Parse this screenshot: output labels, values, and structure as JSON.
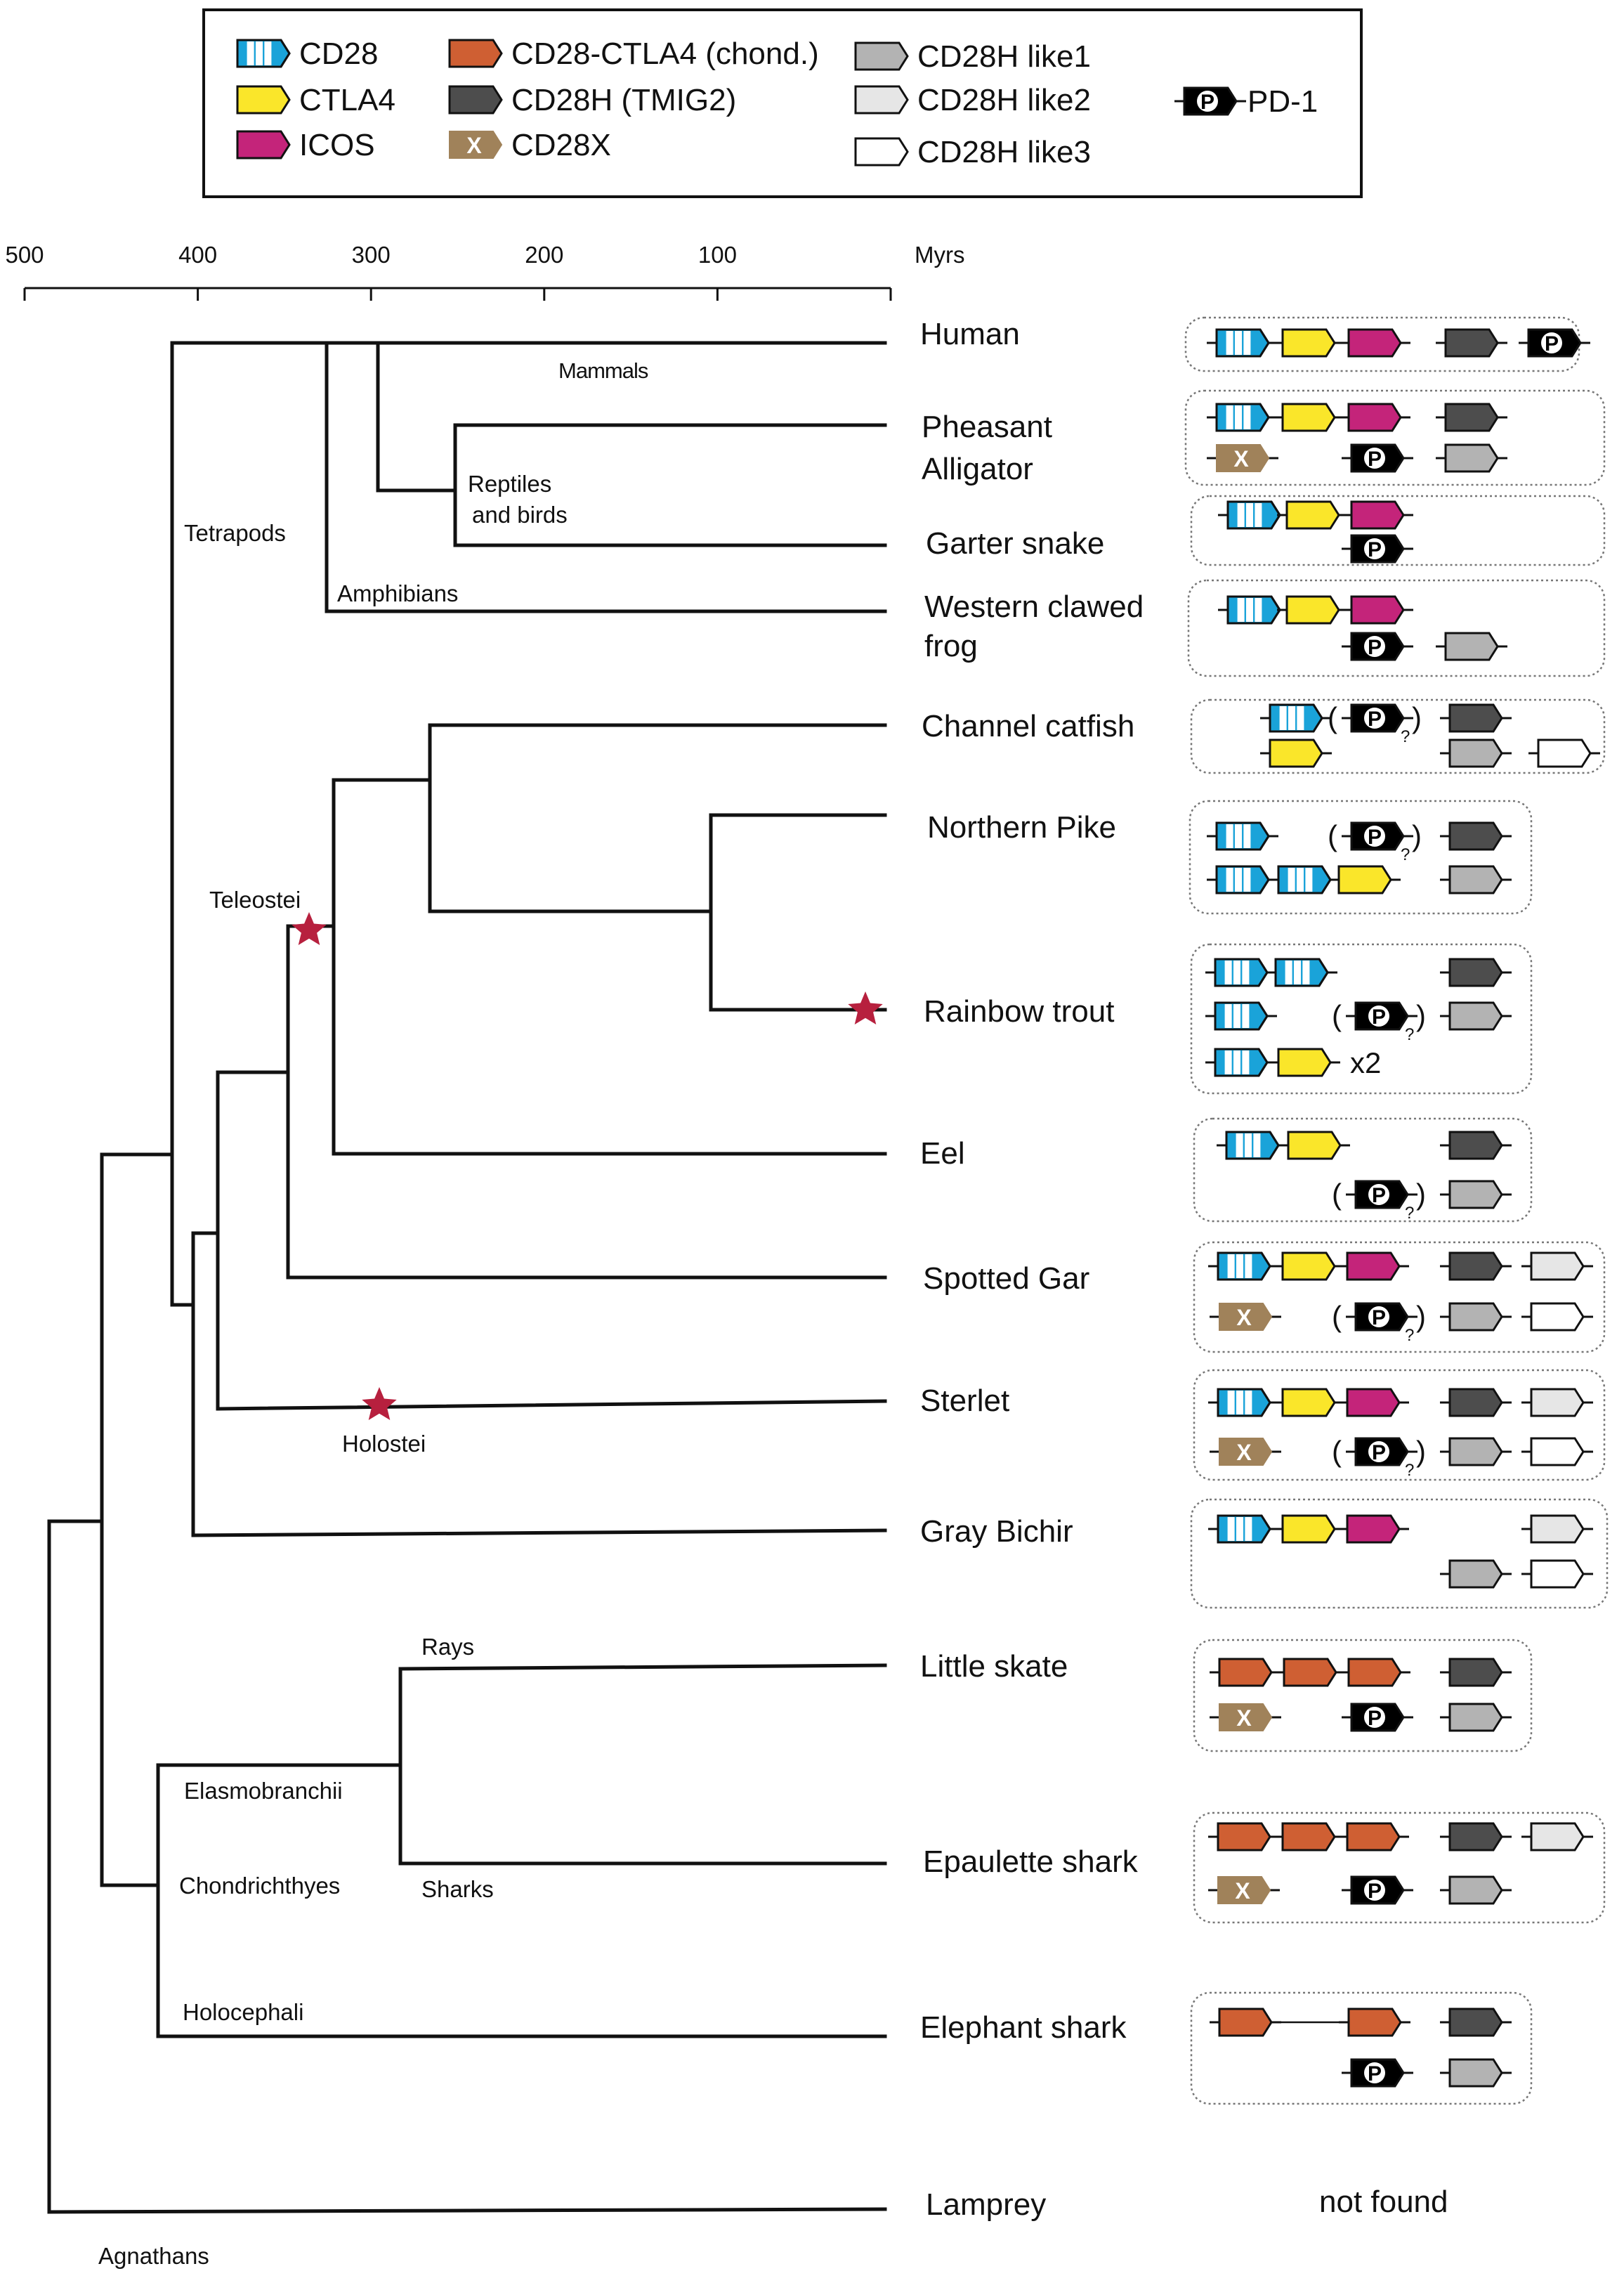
{
  "legend": {
    "items": [
      {
        "label": "CD28",
        "gene": "CD28"
      },
      {
        "label": "CTLA4",
        "gene": "CTLA4"
      },
      {
        "label": "ICOS",
        "gene": "ICOS"
      },
      {
        "label": "CD28-CTLA4 (chond.)",
        "gene": "CHOND"
      },
      {
        "label": "CD28H (TMIG2)",
        "gene": "CD28H"
      },
      {
        "label": "CD28X",
        "gene": "CD28X"
      },
      {
        "label": "CD28H like1",
        "gene": "L1"
      },
      {
        "label": "CD28H like2",
        "gene": "L2"
      },
      {
        "label": "CD28H like3",
        "gene": "L3"
      },
      {
        "label": "PD-1",
        "gene": "PD1"
      }
    ]
  },
  "gene_colors": {
    "CD28": "#1aa3d9",
    "CTLA4": "#fae62a",
    "ICOS": "#c4247a",
    "CHOND": "#cf5f33",
    "CD28H": "#4d4d4d",
    "CD28X": "#a0825a",
    "L1": "#b3b3b3",
    "L2": "#e6e6e6",
    "L3": "#ffffff",
    "PD1": "#000000"
  },
  "glyphs": {
    "pd1": "P",
    "cd28x": "X",
    "uncertain": "?"
  },
  "axis": {
    "unit": "Myrs",
    "ticks": [
      {
        "value": 500,
        "label": "500"
      },
      {
        "value": 400,
        "label": "400"
      },
      {
        "value": 300,
        "label": "300"
      },
      {
        "value": 200,
        "label": "200"
      },
      {
        "value": 100,
        "label": "100"
      }
    ]
  },
  "species": [
    {
      "name": "Human",
      "lines": [
        "Human"
      ]
    },
    {
      "name": "Pheasant Alligator",
      "lines": [
        "Pheasant",
        "Alligator"
      ]
    },
    {
      "name": "Garter snake",
      "lines": [
        "Garter snake"
      ]
    },
    {
      "name": "Western clawed frog",
      "lines": [
        "Western clawed",
        "frog"
      ]
    },
    {
      "name": "Channel catfish",
      "lines": [
        "Channel catfish"
      ]
    },
    {
      "name": "Northern Pike",
      "lines": [
        "Northern Pike"
      ]
    },
    {
      "name": "Rainbow trout",
      "lines": [
        "Rainbow trout"
      ]
    },
    {
      "name": "Eel",
      "lines": [
        "Eel"
      ]
    },
    {
      "name": "Spotted Gar",
      "lines": [
        "Spotted Gar"
      ]
    },
    {
      "name": "Sterlet",
      "lines": [
        "Sterlet"
      ]
    },
    {
      "name": "Gray Bichir",
      "lines": [
        "Gray Bichir"
      ]
    },
    {
      "name": "Little skate",
      "lines": [
        "Little skate"
      ]
    },
    {
      "name": "Epaulette shark",
      "lines": [
        "Epaulette shark"
      ]
    },
    {
      "name": "Elephant shark",
      "lines": [
        "Elephant shark"
      ]
    },
    {
      "name": "Lamprey",
      "lines": [
        "Lamprey"
      ]
    }
  ],
  "clade_labels": [
    {
      "key": "mammals",
      "text": "Mammals"
    },
    {
      "key": "reptiles",
      "lines": [
        "Reptiles",
        "and birds"
      ]
    },
    {
      "key": "tetrapods",
      "text": "Tetrapods"
    },
    {
      "key": "amphibians",
      "text": "Amphibians"
    },
    {
      "key": "teleostei",
      "text": "Teleostei"
    },
    {
      "key": "holostei",
      "text": "Holostei"
    },
    {
      "key": "rays",
      "text": "Rays"
    },
    {
      "key": "elasmobranchii",
      "text": "Elasmobranchii"
    },
    {
      "key": "chondrichthyes",
      "text": "Chondrichthyes"
    },
    {
      "key": "sharks",
      "text": "Sharks"
    },
    {
      "key": "holocephali",
      "text": "Holocephali"
    },
    {
      "key": "agnathans",
      "text": "Agnathans"
    }
  ],
  "gene_boxes": [
    {
      "species": "Human",
      "rows": [
        [
          {
            "g": "CD28"
          },
          {
            "g": "CTLA4"
          },
          {
            "g": "ICOS"
          },
          {
            "g": "CD28H"
          },
          {
            "g": "PD1"
          }
        ]
      ]
    },
    {
      "species": "Pheasant Alligator",
      "rows": [
        [
          {
            "g": "CD28"
          },
          {
            "g": "CTLA4"
          },
          {
            "g": "ICOS"
          },
          {
            "g": "CD28H"
          }
        ],
        [
          {
            "g": "CD28X"
          },
          {
            "g": "PD1"
          },
          {
            "g": "L1"
          }
        ]
      ]
    },
    {
      "species": "Garter snake",
      "rows": [
        [
          {
            "g": "CD28"
          },
          {
            "g": "CTLA4"
          },
          {
            "g": "ICOS"
          }
        ],
        [
          {
            "g": "PD1"
          }
        ]
      ]
    },
    {
      "species": "Western clawed frog",
      "rows": [
        [
          {
            "g": "CD28"
          },
          {
            "g": "CTLA4"
          },
          {
            "g": "ICOS"
          }
        ],
        [
          {
            "g": "PD1"
          },
          {
            "g": "L1"
          }
        ]
      ]
    },
    {
      "species": "Channel catfish",
      "rows": [
        [
          {
            "g": "CD28"
          },
          {
            "g": "PD1",
            "uncertain": true
          },
          {
            "g": "CD28H"
          }
        ],
        [
          {
            "g": "CTLA4"
          },
          {
            "g": "L1"
          },
          {
            "g": "L3"
          }
        ]
      ]
    },
    {
      "species": "Northern Pike",
      "rows": [
        [
          {
            "g": "CD28"
          },
          {
            "g": "PD1",
            "uncertain": true
          },
          {
            "g": "CD28H"
          }
        ],
        [
          {
            "g": "CD28"
          },
          {
            "g": "CD28"
          },
          {
            "g": "CTLA4"
          },
          {
            "g": "L1"
          }
        ]
      ]
    },
    {
      "species": "Rainbow trout",
      "rows": [
        [
          {
            "g": "CD28"
          },
          {
            "g": "CD28"
          },
          {
            "g": "CD28H"
          }
        ],
        [
          {
            "g": "CD28"
          },
          {
            "g": "PD1",
            "uncertain": true
          },
          {
            "g": "L1"
          }
        ],
        [
          {
            "g": "CD28"
          },
          {
            "g": "CTLA4"
          }
        ]
      ],
      "note": "x2"
    },
    {
      "species": "Eel",
      "rows": [
        [
          {
            "g": "CD28"
          },
          {
            "g": "CTLA4"
          },
          {
            "g": "CD28H"
          }
        ],
        [
          {
            "g": "PD1",
            "uncertain": true
          },
          {
            "g": "L1"
          }
        ]
      ]
    },
    {
      "species": "Spotted Gar",
      "rows": [
        [
          {
            "g": "CD28"
          },
          {
            "g": "CTLA4"
          },
          {
            "g": "ICOS"
          },
          {
            "g": "CD28H"
          },
          {
            "g": "L2"
          }
        ],
        [
          {
            "g": "CD28X"
          },
          {
            "g": "PD1",
            "uncertain": true
          },
          {
            "g": "L1"
          },
          {
            "g": "L3"
          }
        ]
      ]
    },
    {
      "species": "Sterlet",
      "rows": [
        [
          {
            "g": "CD28"
          },
          {
            "g": "CTLA4"
          },
          {
            "g": "ICOS"
          },
          {
            "g": "CD28H"
          },
          {
            "g": "L2"
          }
        ],
        [
          {
            "g": "CD28X"
          },
          {
            "g": "PD1",
            "uncertain": true
          },
          {
            "g": "L1"
          },
          {
            "g": "L3"
          }
        ]
      ]
    },
    {
      "species": "Gray Bichir",
      "rows": [
        [
          {
            "g": "CD28"
          },
          {
            "g": "CTLA4"
          },
          {
            "g": "ICOS"
          },
          {
            "g": "L2"
          }
        ],
        [
          {
            "g": "L1"
          },
          {
            "g": "L3"
          }
        ]
      ]
    },
    {
      "species": "Little skate",
      "rows": [
        [
          {
            "g": "CHOND"
          },
          {
            "g": "CHOND"
          },
          {
            "g": "CHOND"
          },
          {
            "g": "CD28H"
          }
        ],
        [
          {
            "g": "CD28X"
          },
          {
            "g": "PD1"
          },
          {
            "g": "L1"
          }
        ]
      ]
    },
    {
      "species": "Epaulette shark",
      "rows": [
        [
          {
            "g": "CHOND"
          },
          {
            "g": "CHOND"
          },
          {
            "g": "CHOND"
          },
          {
            "g": "CD28H"
          },
          {
            "g": "L2"
          }
        ],
        [
          {
            "g": "CD28X"
          },
          {
            "g": "PD1"
          },
          {
            "g": "L1"
          }
        ]
      ]
    },
    {
      "species": "Elephant shark",
      "rows": [
        [
          {
            "g": "CHOND"
          },
          {
            "g": "CHOND"
          },
          {
            "g": "CD28H"
          }
        ],
        [
          {
            "g": "PD1"
          },
          {
            "g": "L1"
          }
        ]
      ]
    }
  ],
  "lamprey_status": "not found"
}
